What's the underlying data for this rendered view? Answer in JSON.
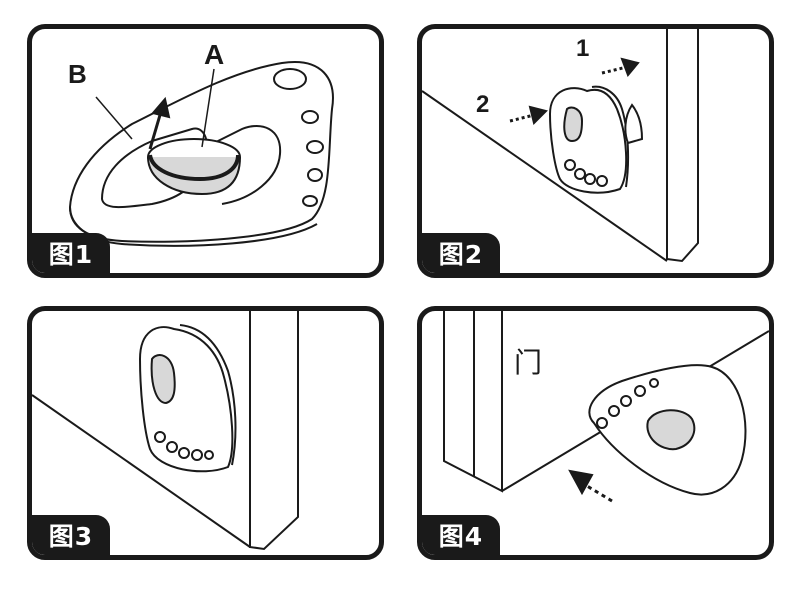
{
  "panels": [
    {
      "caption": "图1",
      "labels": {
        "a": "A",
        "b": "B"
      }
    },
    {
      "caption": "图2",
      "labels": {
        "step1": "1",
        "step2": "2"
      }
    },
    {
      "caption": "图3"
    },
    {
      "caption": "图4",
      "labels": {
        "door": "门"
      }
    }
  ],
  "colors": {
    "ink": "#1a1a1a",
    "paper": "#ffffff",
    "shade": "#d8d8d8"
  }
}
